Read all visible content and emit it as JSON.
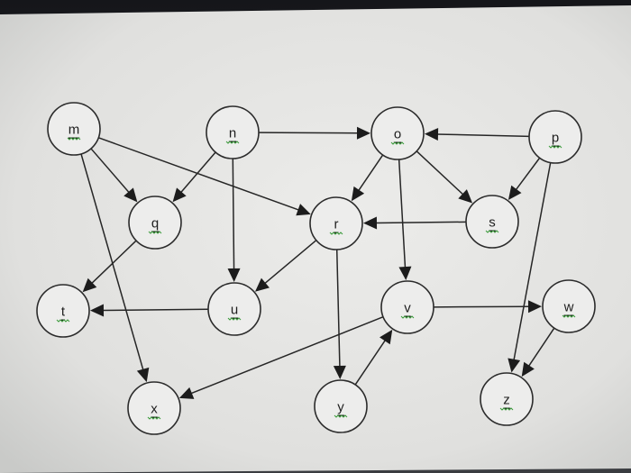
{
  "nodes": [
    {
      "id": "m",
      "label": "m"
    },
    {
      "id": "n",
      "label": "n"
    },
    {
      "id": "o",
      "label": "o"
    },
    {
      "id": "p",
      "label": "p"
    },
    {
      "id": "q",
      "label": "q"
    },
    {
      "id": "r",
      "label": "r"
    },
    {
      "id": "s",
      "label": "s"
    },
    {
      "id": "t",
      "label": "t"
    },
    {
      "id": "u",
      "label": "u"
    },
    {
      "id": "v",
      "label": "v"
    },
    {
      "id": "w",
      "label": "w"
    },
    {
      "id": "x",
      "label": "x"
    },
    {
      "id": "y",
      "label": "y"
    },
    {
      "id": "z",
      "label": "z"
    }
  ],
  "edges": [
    {
      "from": "m",
      "to": "q"
    },
    {
      "from": "m",
      "to": "r"
    },
    {
      "from": "m",
      "to": "x"
    },
    {
      "from": "n",
      "to": "o"
    },
    {
      "from": "n",
      "to": "q"
    },
    {
      "from": "n",
      "to": "u"
    },
    {
      "from": "p",
      "to": "o"
    },
    {
      "from": "p",
      "to": "s"
    },
    {
      "from": "p",
      "to": "z"
    },
    {
      "from": "o",
      "to": "r"
    },
    {
      "from": "o",
      "to": "s"
    },
    {
      "from": "o",
      "to": "v"
    },
    {
      "from": "s",
      "to": "r"
    },
    {
      "from": "q",
      "to": "t"
    },
    {
      "from": "u",
      "to": "t"
    },
    {
      "from": "r",
      "to": "u"
    },
    {
      "from": "r",
      "to": "y"
    },
    {
      "from": "v",
      "to": "w"
    },
    {
      "from": "v",
      "to": "x"
    },
    {
      "from": "y",
      "to": "v"
    },
    {
      "from": "w",
      "to": "z"
    }
  ]
}
